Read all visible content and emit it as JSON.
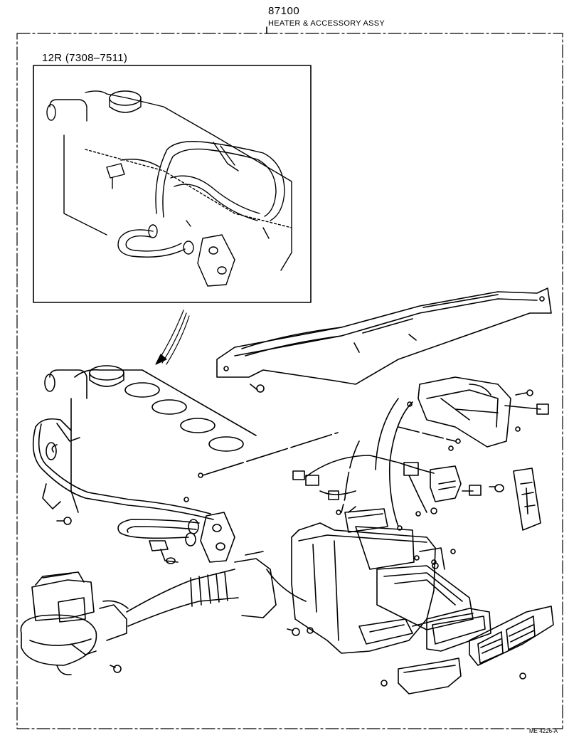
{
  "header": {
    "part_number": "87100",
    "part_name": "HEATER & ACCESSORY ASSY"
  },
  "inset": {
    "title": "12R (7308–7511)"
  },
  "footer": {
    "figure_code": "ME 4226-A"
  }
}
